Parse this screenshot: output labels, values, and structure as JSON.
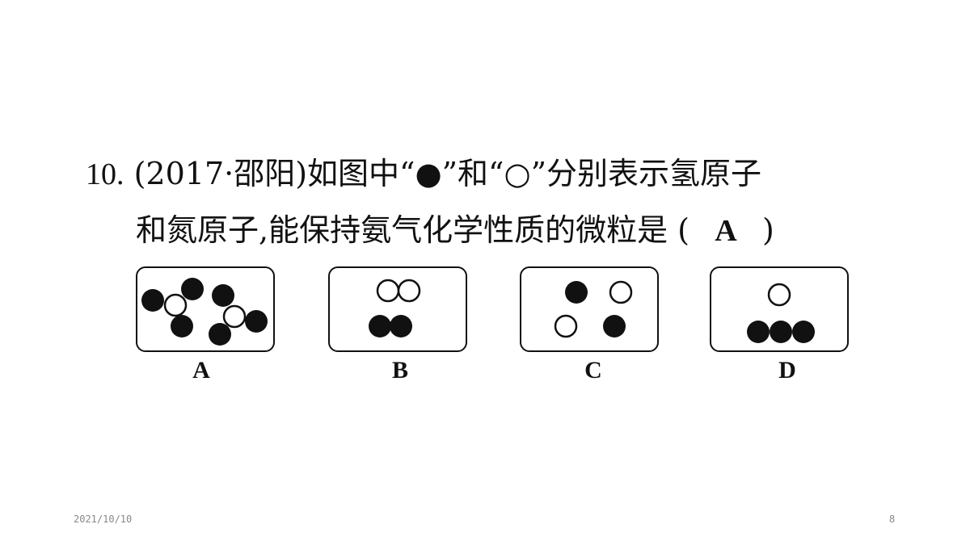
{
  "question": {
    "number": "10.",
    "source": "(2017·邵阳)",
    "stem_part1": "如图中“●”和“○”分别表示氢原子",
    "stem_part2": "和氮原子,能保持氨气化学性质的微粒是 (",
    "answer": "A",
    "close_paren": ")"
  },
  "options": [
    {
      "label": "A"
    },
    {
      "label": "B"
    },
    {
      "label": "C"
    },
    {
      "label": "D"
    }
  ],
  "footer": {
    "date": "2021/10/10",
    "page": "8"
  }
}
